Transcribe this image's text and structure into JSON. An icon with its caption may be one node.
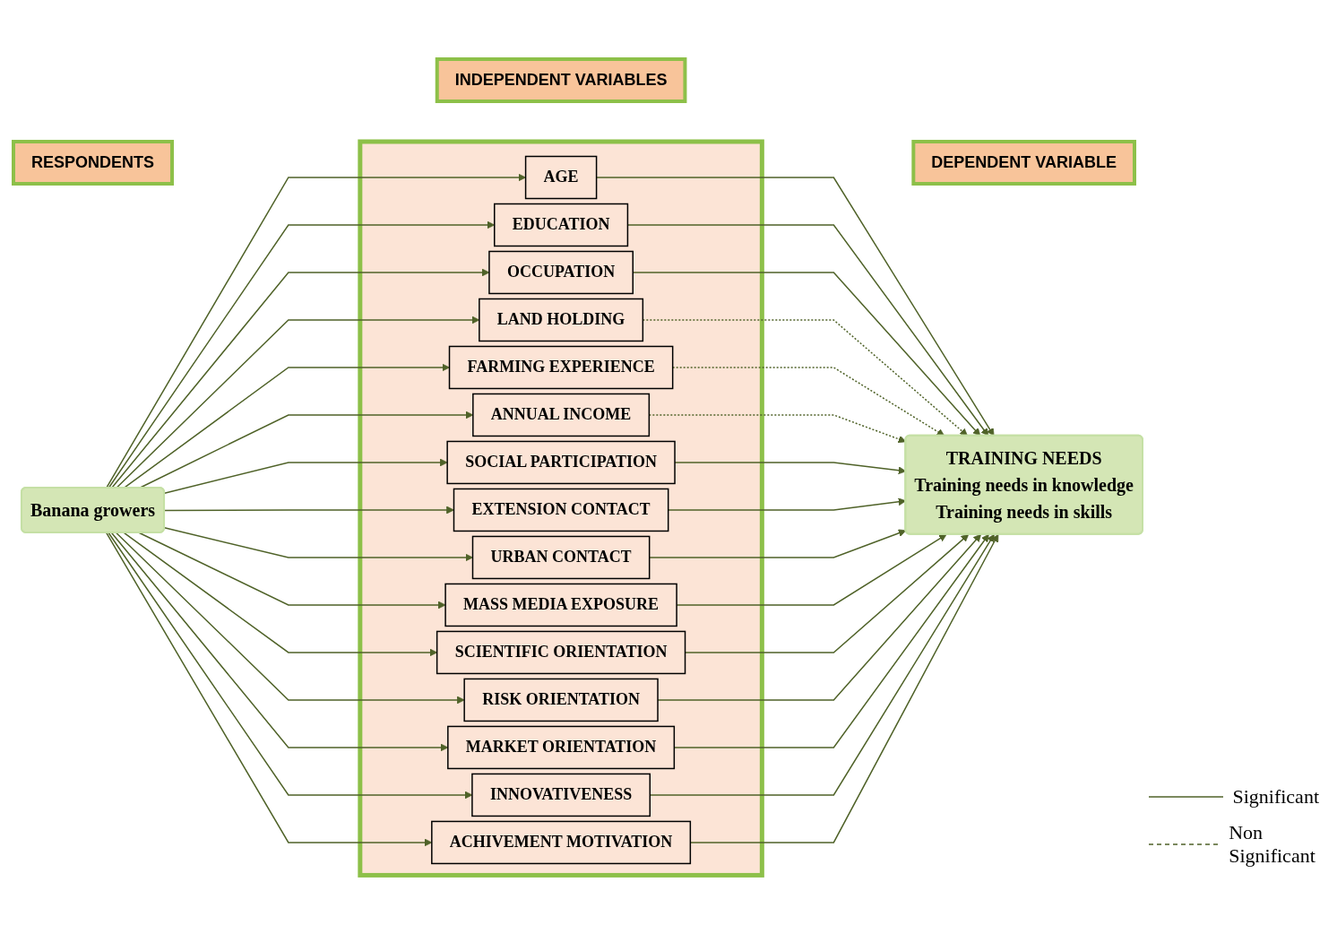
{
  "diagram": {
    "nodes": [
      {
        "text": [
          "RESPONDENTS"
        ]
      },
      {
        "text": [
          "Banana growers"
        ]
      },
      {
        "text": [
          "INDEPENDENT VARIABLES"
        ]
      },
      {
        "text": [],
        "shape": "box"
      },
      {
        "text": [
          "AGE"
        ],
        "in": 3
      },
      {
        "text": [
          "EDUCATION"
        ],
        "in": 3
      },
      {
        "text": [
          "OCCUPATION"
        ],
        "in": 3
      },
      {
        "text": [
          "LAND HOLDING"
        ],
        "in": 3
      },
      {
        "text": [
          "FARMING EXPERIENCE"
        ],
        "in": 3
      },
      {
        "text": [
          "ANNUAL INCOME"
        ],
        "in": 3
      },
      {
        "text": [
          "SOCIAL PARTICIPATION"
        ],
        "in": 3
      },
      {
        "text": [
          "EXTENSION CONTACT"
        ],
        "in": 3
      },
      {
        "text": [
          "URBAN CONTACT"
        ],
        "in": 3
      },
      {
        "text": [
          "MASS MEDIA EXPOSURE"
        ],
        "in": 3
      },
      {
        "text": [
          "SCIENTIFIC ORIENTATION"
        ],
        "in": 3
      },
      {
        "text": [
          "RISK ORIENTATION"
        ],
        "in": 3
      },
      {
        "text": [
          "MARKET ORIENTATION"
        ],
        "in": 3
      },
      {
        "text": [
          "INNOVATIVENESS"
        ],
        "in": 3
      },
      {
        "text": [
          "ACHIVEMENT MOTIVATION"
        ],
        "in": 3
      },
      {
        "text": [
          "DEPENDENT VARIABLE"
        ]
      },
      {
        "text": [
          "TRAINING NEEDS",
          "Training needs in knowledge",
          "Training needs in skills"
        ]
      }
    ],
    "edges": [
      {
        "from": 1,
        "to": 4,
        "arrow": "to"
      },
      {
        "from": 1,
        "to": 5,
        "arrow": "to"
      },
      {
        "from": 1,
        "to": 6,
        "arrow": "to"
      },
      {
        "from": 1,
        "to": 7,
        "arrow": "to"
      },
      {
        "from": 1,
        "to": 8,
        "arrow": "to"
      },
      {
        "from": 1,
        "to": 9,
        "arrow": "to"
      },
      {
        "from": 1,
        "to": 10,
        "arrow": "to"
      },
      {
        "from": 1,
        "to": 11,
        "arrow": "to"
      },
      {
        "from": 1,
        "to": 12,
        "arrow": "to"
      },
      {
        "from": 1,
        "to": 13,
        "arrow": "to"
      },
      {
        "from": 1,
        "to": 14,
        "arrow": "to"
      },
      {
        "from": 1,
        "to": 15,
        "arrow": "to"
      },
      {
        "from": 1,
        "to": 16,
        "arrow": "to"
      },
      {
        "from": 1,
        "to": 17,
        "arrow": "to"
      },
      {
        "from": 1,
        "to": 18,
        "arrow": "to"
      },
      {
        "from": 4,
        "to": 20,
        "arrow": "to"
      },
      {
        "from": 5,
        "to": 20,
        "arrow": "to"
      },
      {
        "from": 6,
        "to": 20,
        "arrow": "to"
      },
      {
        "from": 7,
        "to": 20,
        "arrow": "to",
        "style": "dashed"
      },
      {
        "from": 8,
        "to": 20,
        "arrow": "to",
        "style": "dashed"
      },
      {
        "from": 9,
        "to": 20,
        "arrow": "to",
        "style": "dashed"
      },
      {
        "from": 10,
        "to": 20,
        "arrow": "to"
      },
      {
        "from": 11,
        "to": 20,
        "arrow": "to"
      },
      {
        "from": 12,
        "to": 20,
        "arrow": "to"
      },
      {
        "from": 13,
        "to": 20,
        "arrow": "to"
      },
      {
        "from": 14,
        "to": 20,
        "arrow": "to"
      },
      {
        "from": 15,
        "to": 20,
        "arrow": "to"
      },
      {
        "from": 16,
        "to": 20,
        "arrow": "to"
      },
      {
        "from": 17,
        "to": 20,
        "arrow": "to"
      },
      {
        "from": 18,
        "to": 20,
        "arrow": "to"
      }
    ],
    "legend": [
      {
        "text": "Significant"
      },
      {
        "text": "Non Significant"
      }
    ]
  }
}
